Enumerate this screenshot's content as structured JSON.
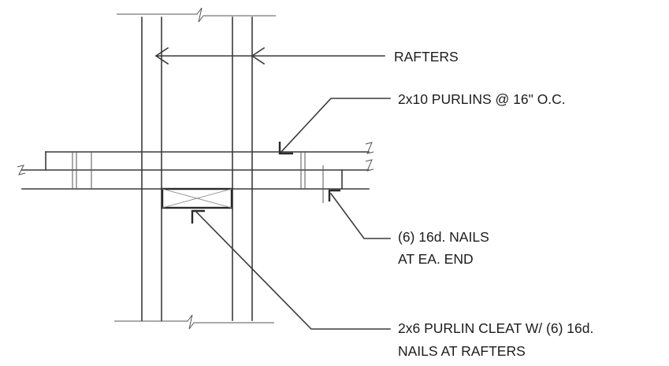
{
  "labels": {
    "rafters": "RAFTERS",
    "purlins": "2x10 PURLINS @ 16\" O.C.",
    "nails_line1": "(6) 16d. NAILS",
    "nails_line2": "AT EA. END",
    "cleat_line1": "2x6 PURLIN CLEAT W/ (6) 16d.",
    "cleat_line2": "NAILS AT RAFTERS"
  }
}
